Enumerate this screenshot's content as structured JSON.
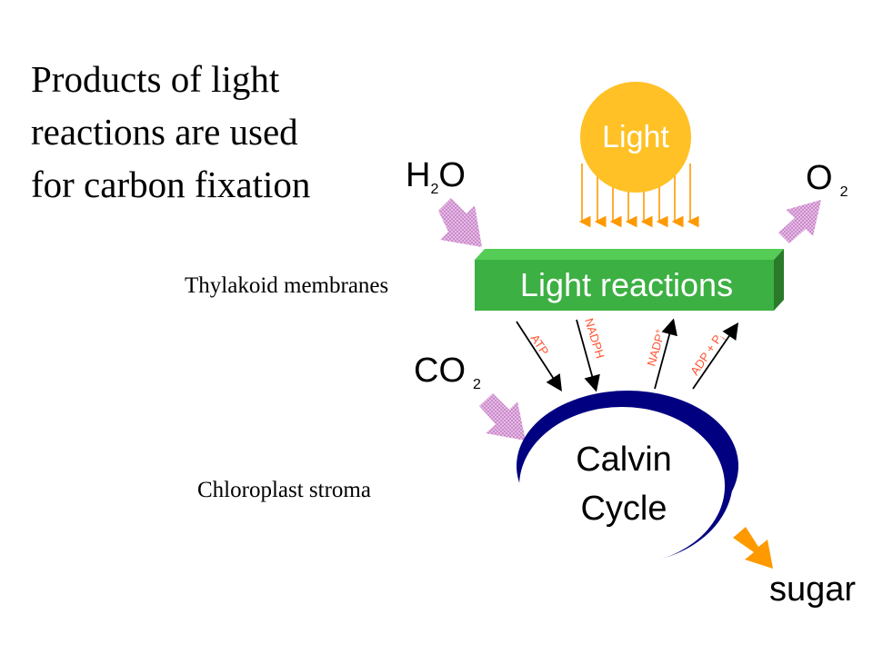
{
  "title": {
    "lines": [
      "Products of light",
      "reactions are used",
      "for carbon fixation"
    ]
  },
  "regions": {
    "thylakoid": "Thylakoid membranes",
    "stroma": "Chloroplast stroma"
  },
  "light": {
    "label": "Light"
  },
  "light_reactions": {
    "label": "Light reactions"
  },
  "calvin_cycle": {
    "line1": "Calvin",
    "line2": "Cycle"
  },
  "inputs": {
    "water": {
      "main": "H",
      "sub": "2",
      "tail": "O"
    },
    "carbon_dioxide": {
      "main": "CO",
      "sub": "2"
    }
  },
  "outputs": {
    "oxygen": {
      "main": "O",
      "sub": "2"
    },
    "sugar": "sugar"
  },
  "products": {
    "atp": "ATP",
    "nadph": "NADPH",
    "nadp": {
      "main": "NADP",
      "sup": "+"
    },
    "adp": "ADP + P",
    "adp_sub": "i"
  },
  "colors": {
    "light_sun": "#FFC125",
    "light_rays": "#FF9900",
    "light_reactions_front": "#3CB043",
    "light_reactions_top": "#55CC55",
    "light_reactions_side": "#2A7A2A",
    "calvin_ring": "#000080",
    "input_arrows": "#D89ED8",
    "sugar_arrow": "#FF9900",
    "product_labels": "#FF5533"
  }
}
